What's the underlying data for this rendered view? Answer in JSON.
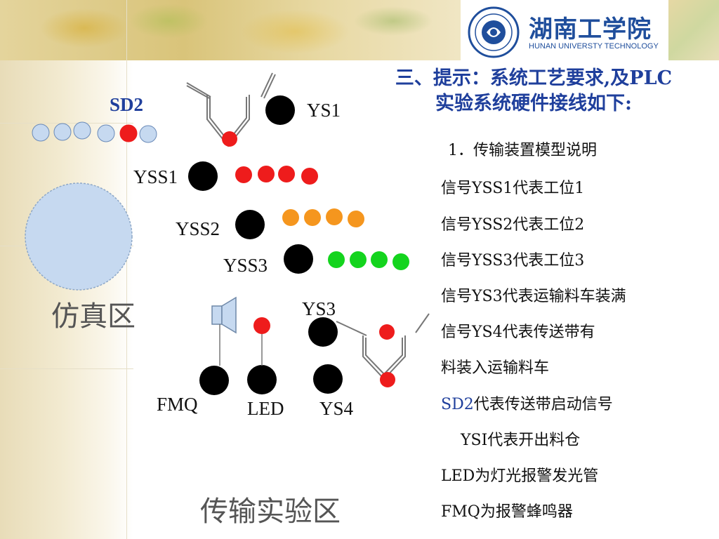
{
  "logo": {
    "name_cn": "湖南工学院",
    "name_en": "HUNAN UNIVERSTY TECHNOLOGY"
  },
  "title": {
    "line1": "三、提示：系统工艺要求,及PLC",
    "line2": "实验系统硬件接线如下:"
  },
  "diagram": {
    "sd2_label": "SD2",
    "ys1_label": "YS1",
    "yss1_label": "YSS1",
    "yss2_label": "YSS2",
    "yss3_label": "YSS3",
    "ys3_label": "YS3",
    "fmq_label": "FMQ",
    "led_label": "LED",
    "ys4_label": "YS4",
    "sim_zone_label": "仿真区",
    "transport_zone_label": "传输实验区",
    "colors": {
      "red": "#ee1c1c",
      "orange": "#f5961e",
      "green": "#14d41e",
      "blue": "#c6d9f0",
      "black": "#000000",
      "title_blue": "#1f3f9c"
    }
  },
  "info": {
    "heading": "1．传输装置模型说明",
    "lines": [
      "信号YSS1代表工位1",
      "信号YSS2代表工位2",
      "信号YSS3代表工位3",
      "信号YS3代表运输料车装满",
      "信号YS4代表传送带有",
      "料装入运输料车"
    ],
    "sd2_prefix": "SD2",
    "sd2_text": "代表传送带启动信号",
    "lines2": [
      "YSI代表开出料仓",
      "LED为灯光报警发光管",
      "FMQ为报警蜂鸣器"
    ]
  }
}
